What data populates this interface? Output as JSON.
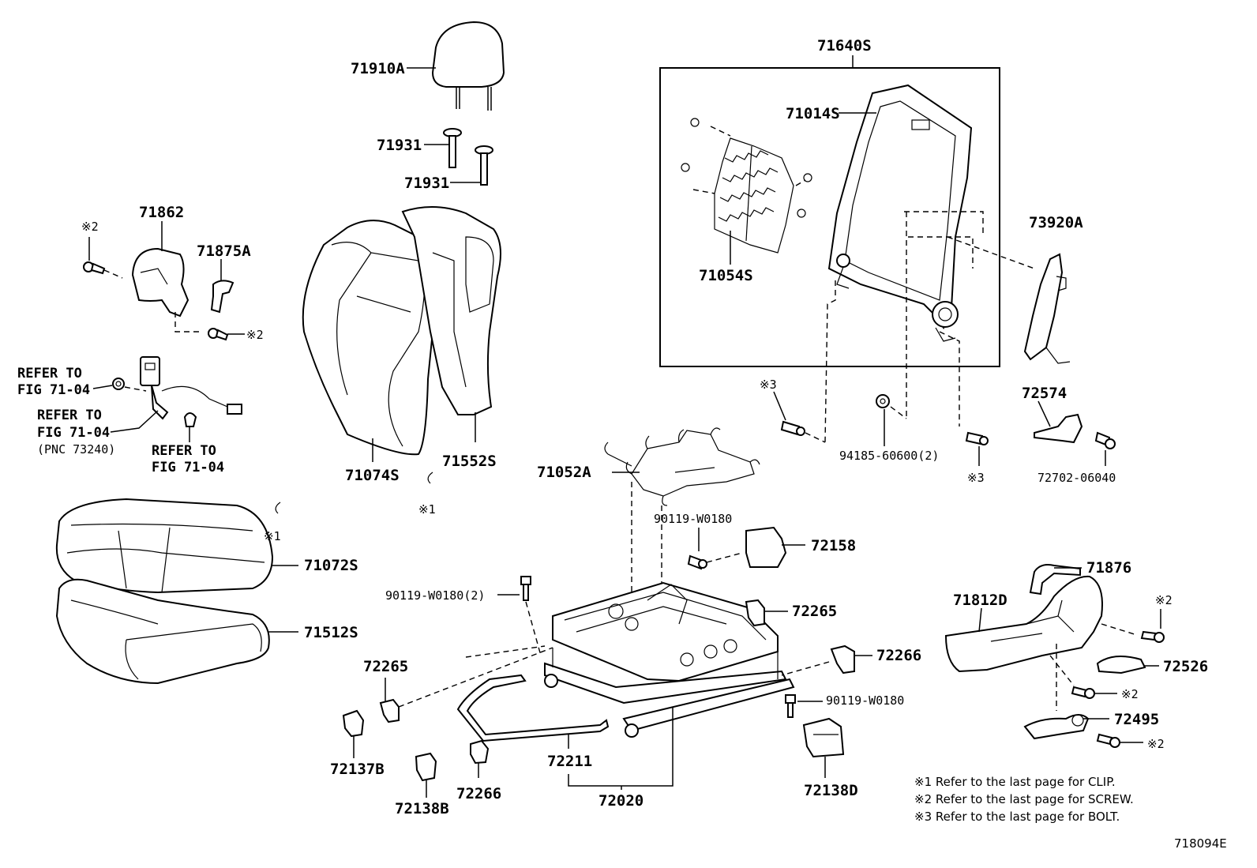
{
  "diagram_id": "718094E",
  "part_labels": {
    "p71640S": "71640S",
    "p71014S": "71014S",
    "p71054S": "71054S",
    "p73920A": "73920A",
    "p71910A": "71910A",
    "p71931a": "71931",
    "p71931b": "71931",
    "p71862": "71862",
    "p71875A": "71875A",
    "p71074S": "71074S",
    "p71552S": "71552S",
    "p71072S": "71072S",
    "p71512S": "71512S",
    "p71052A": "71052A",
    "p72574": "72574",
    "p72702": "72702-06040",
    "p94185": "94185-60600(2)",
    "p90119a": "90119-W0180",
    "p90119b": "90119-W0180(2)",
    "p90119c": "90119-W0180",
    "p72158": "72158",
    "p72265a": "72265",
    "p72265b": "72265",
    "p72266a": "72266",
    "p72266b": "72266",
    "p72137B": "72137B",
    "p72138B": "72138B",
    "p72211": "72211",
    "p72020": "72020",
    "p72138D": "72138D",
    "p71876": "71876",
    "p71812D": "71812D",
    "p72526": "72526",
    "p72495": "72495"
  },
  "marks": {
    "m2a": "※2",
    "m2b": "※2",
    "m2c": "※2",
    "m2d": "※2",
    "m2e": "※2",
    "m3a": "※3",
    "m3b": "※3",
    "m1a": "※1",
    "m1b": "※1"
  },
  "references": {
    "ref1_line1": "REFER TO",
    "ref1_line2": "FIG 71-04",
    "ref2_line1": "REFER TO",
    "ref2_line2": "FIG 71-04",
    "ref2_line3": "(PNC 73240)",
    "ref3_line1": "REFER TO",
    "ref3_line2": "FIG 71-04"
  },
  "notes": [
    "※1 Refer to the last page for CLIP.",
    "※2 Refer to the last page for SCREW.",
    "※3 Refer to the last page for BOLT."
  ]
}
